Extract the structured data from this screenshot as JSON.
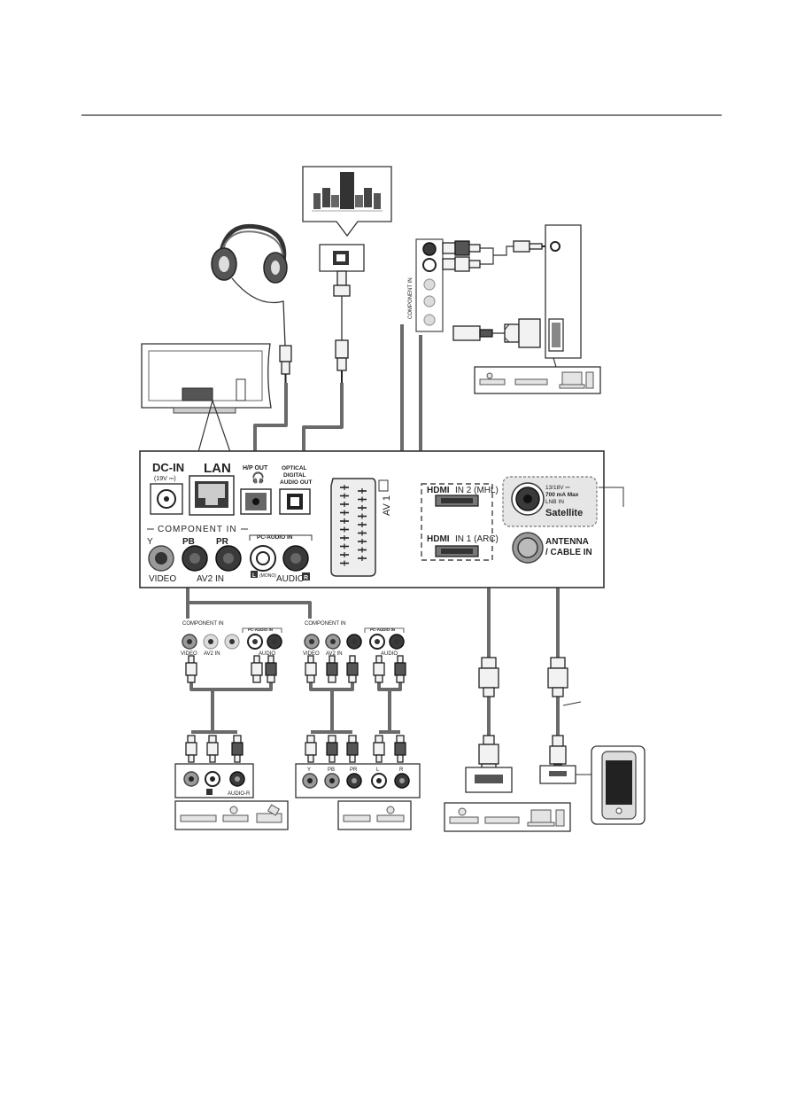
{
  "labels": {
    "dc_in": "DC-IN",
    "dc_in_voltage": "(19V ⎓)",
    "lan": "LAN",
    "hp_out": "H/P OUT",
    "optical": "OPTICAL",
    "digital": "DIGITAL",
    "audio_out": "AUDIO OUT",
    "av1": "AV 1",
    "component_in": "COMPONENT IN",
    "pc_audio_in": "PC-AUDIO IN",
    "y": "Y",
    "pb": "PB",
    "pr": "PR",
    "video": "VIDEO",
    "av2_in": "AV2 IN",
    "mono": "(MONO)",
    "audio": "AUDIO",
    "l": "L",
    "r": "R",
    "hdmi": "HDMI",
    "hdmi_in2": "IN 2 (MHL)",
    "hdmi_in1": "IN 1 (ARC)",
    "sat_spec1": "13/18V ⎓",
    "sat_spec2": "700 mA Max",
    "sat_spec3": "LNB IN",
    "satellite": "Satellite",
    "antenna": "ANTENNA",
    "cable_in": "/ CABLE IN",
    "dev_y": "Y",
    "dev_pb": "PB",
    "dev_pr": "PR",
    "dev_l": "L",
    "dev_r": "R",
    "dev_audio_r": "AUDIO-R"
  },
  "icons": [
    "headphones-icon",
    "speaker-system-icon",
    "tv-rear-icon",
    "scart-connector-icon",
    "pc-icon",
    "dvd-player-icon",
    "set-top-box-icon",
    "laptop-icon",
    "camcorder-icon",
    "smartphone-icon",
    "hdmi-plug-icon",
    "micro-usb-plug-icon",
    "rca-plug-icon",
    "dvi-plug-icon"
  ],
  "colors": {
    "cable": "#6a6a6a",
    "line": "#333333",
    "panel_bg": "#ffffff",
    "highlight": "#e6e6e6"
  }
}
